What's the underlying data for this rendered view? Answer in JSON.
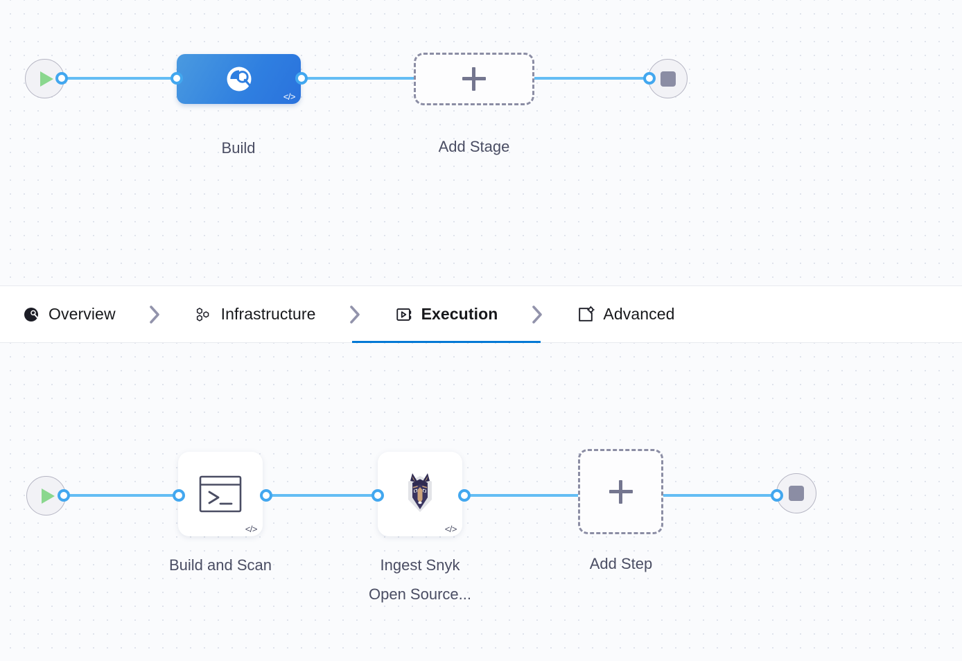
{
  "canvas": {
    "top_row": {
      "start_node": {
        "name": "start",
        "icon": "play-icon"
      },
      "stages": [
        {
          "label": "Build",
          "icon": "scan-circle-icon",
          "badge": "</>",
          "selected": true
        }
      ],
      "add_stage": {
        "label": "Add Stage",
        "icon": "plus-icon"
      },
      "end_node": {
        "name": "end",
        "icon": "stop-icon"
      }
    },
    "bottom_row": {
      "start_node": {
        "name": "start",
        "icon": "play-icon"
      },
      "steps": [
        {
          "label": "Build and Scan",
          "icon": "terminal-icon",
          "badge": "</>"
        },
        {
          "label": "Ingest Snyk\nOpen Source...",
          "icon": "snyk-dog-icon",
          "badge": "</>"
        }
      ],
      "add_step": {
        "label": "Add Step",
        "icon": "plus-icon"
      },
      "end_node": {
        "name": "end",
        "icon": "stop-icon"
      }
    }
  },
  "tabbar": {
    "tabs": [
      {
        "label": "Overview",
        "icon": "scan-circle-icon",
        "active": false
      },
      {
        "label": "Infrastructure",
        "icon": "hexagons-icon",
        "active": false
      },
      {
        "label": "Execution",
        "icon": "play-box-icon",
        "active": true
      },
      {
        "label": "Advanced",
        "icon": "window-gear-icon",
        "active": false
      }
    ],
    "separator_icon": "chevron-right-icon"
  },
  "colors": {
    "accent_blue": "#0278d5",
    "edge_blue": "#64bdf4",
    "port_blue": "#42a7ef",
    "stage_blue": "#2f7fe0",
    "play_green": "#8ad78e",
    "stop_gray": "#8b8da4",
    "canvas_bg": "#fafbfd",
    "dot_gray": "#dfe3ec",
    "text_dark": "#17181b",
    "text_label": "#4a4d63"
  }
}
